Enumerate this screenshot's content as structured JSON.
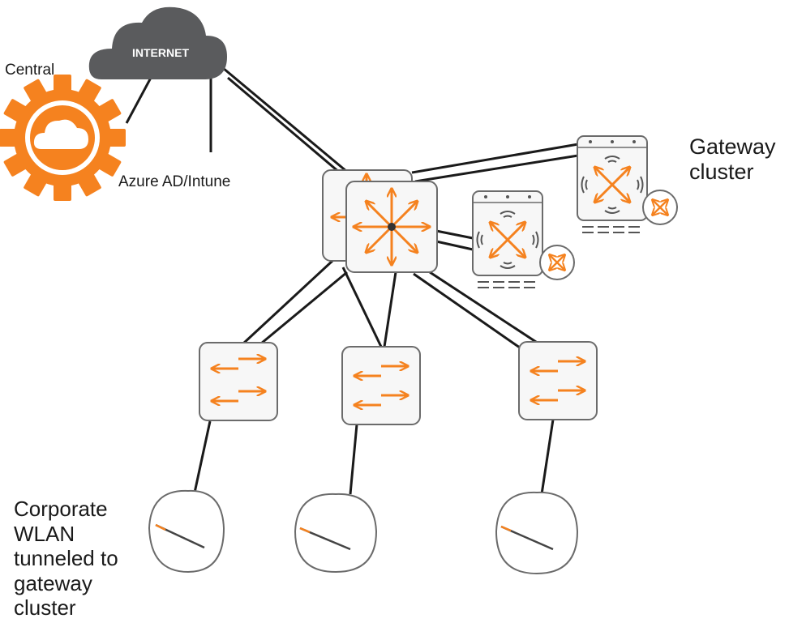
{
  "colors": {
    "accent": "#F5821F",
    "cloud": "#5a5b5d",
    "line": "#1a1a1a",
    "box_border": "#6b6b6b",
    "box_fill": "#f7f7f7"
  },
  "nodes": {
    "internet": {
      "label": "INTERNET",
      "icon": "cloud-icon"
    },
    "central": {
      "label": "Central",
      "icon": "central-gear-cloud-icon"
    },
    "azure": {
      "label": "Azure AD/Intune"
    },
    "gateway_cluster": {
      "lines": [
        "Gateway",
        "cluster"
      ],
      "icon": "gateway-icon"
    },
    "core_switch": {
      "icon": "core-switch-icon"
    },
    "access_switches": {
      "icon": "access-switch-icon",
      "count": 3
    },
    "access_points": {
      "icon": "access-point-icon",
      "count": 3
    },
    "corporate_wlan": {
      "lines": [
        "Corporate",
        "WLAN",
        "tunneled to",
        "gateway",
        "cluster"
      ]
    }
  }
}
